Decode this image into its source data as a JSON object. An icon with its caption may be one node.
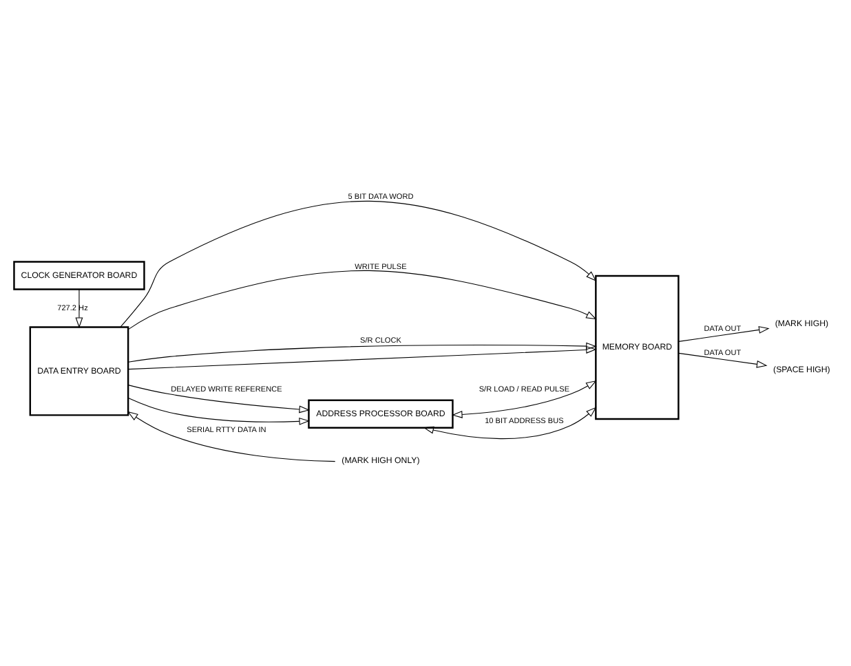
{
  "diagram": {
    "nodes": [
      {
        "text": [
          "CLOCK GENERATOR BOARD"
        ]
      },
      {
        "text": [
          "DATA ENTRY BOARD"
        ]
      },
      {
        "text": [
          "MEMORY BOARD"
        ]
      },
      {
        "text": [
          "ADDRESS PROCESSOR BOARD"
        ]
      },
      {
        "text": [
          "(MARK HIGH ONLY)"
        ]
      },
      {
        "text": [
          "(MARK HIGH)"
        ]
      },
      {
        "text": [
          "(SPACE HIGH)"
        ]
      }
    ],
    "edges": [
      {
        "from": 0,
        "to": 1,
        "arrow": "to",
        "label": "727.2 Hz"
      },
      {
        "from": 4,
        "to": 1,
        "arrow": "to",
        "label": "SERIAL RTTY DATA IN"
      },
      {
        "from": 1,
        "to": 2,
        "arrow": "to",
        "label": "5 BIT DATA WORD"
      },
      {
        "from": 1,
        "to": 2,
        "arrow": "to",
        "label": "WRITE PULSE"
      },
      {
        "from": 1,
        "to": 2,
        "arrow": "to",
        "label": "S/R CLOCK"
      },
      {
        "from": 1,
        "to": 3,
        "arrow": "to",
        "label": "DELAYED WRITE REFERENCE"
      },
      {
        "from": 1,
        "to": 3,
        "arrow": "to"
      },
      {
        "from": 1,
        "to": 2,
        "arrow": "to"
      },
      {
        "from": 3,
        "to": 2,
        "arrow": "both",
        "label": "S/R LOAD / READ PULSE"
      },
      {
        "from": 3,
        "to": 2,
        "arrow": "both",
        "label": "10 BIT ADDRESS BUS"
      },
      {
        "from": 2,
        "to": 5,
        "arrow": "to",
        "label": "DATA OUT"
      },
      {
        "from": 2,
        "to": 6,
        "arrow": "to",
        "label": "DATA OUT"
      }
    ]
  }
}
